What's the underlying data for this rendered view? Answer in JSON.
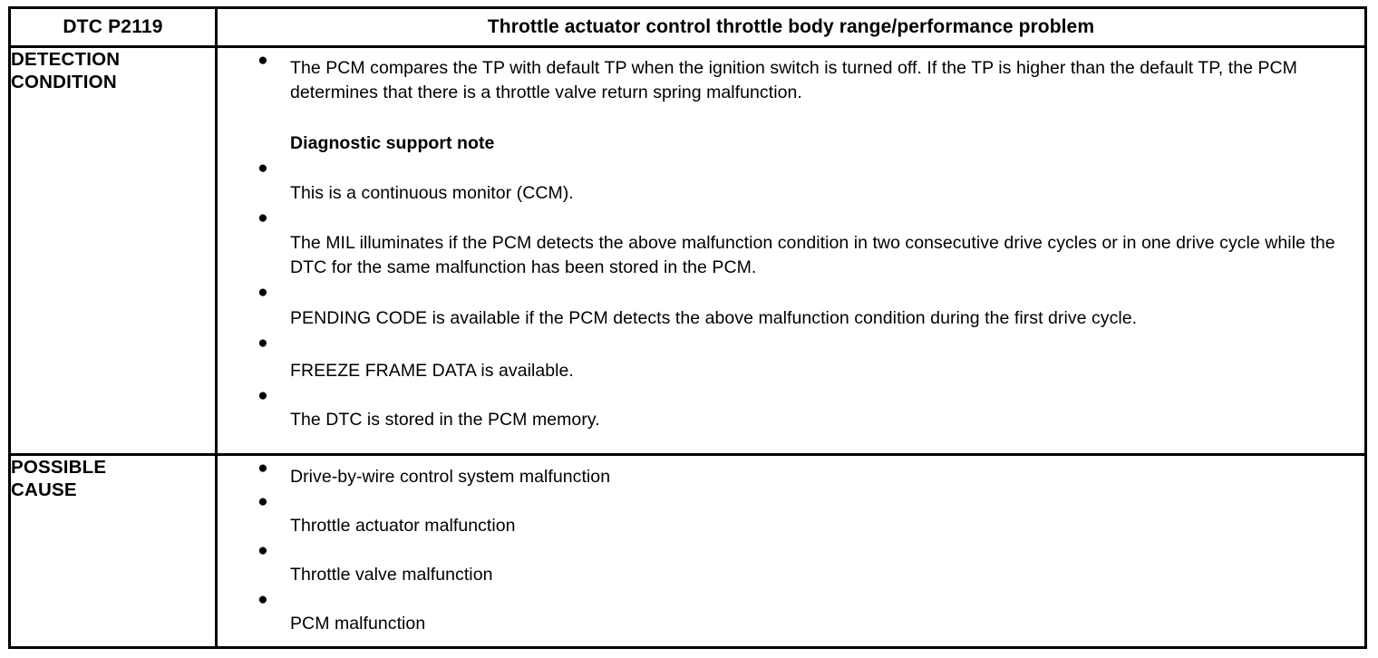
{
  "document": {
    "type": "dtc-diagnostic-table"
  },
  "header": {
    "code": "DTC P2119",
    "title": "Throttle actuator control throttle body range/performance problem"
  },
  "bullet_glyph": "●",
  "rows": [
    {
      "label_lines": [
        "DETECTION",
        "CONDITION"
      ],
      "label_name": "detection-condition",
      "items": [
        {
          "style": "bullet",
          "text": "The PCM compares the TP with default TP when the ignition switch is turned off. If the TP is higher than the default TP, the PCM determines that there is a throttle valve return spring malfunction."
        },
        {
          "style": "note",
          "text": "Diagnostic support note"
        },
        {
          "style": "bullet",
          "text": "This is a continuous monitor (CCM)."
        },
        {
          "style": "bullet",
          "text": "The MIL illuminates if the PCM detects the above malfunction condition in two consecutive drive cycles or in one drive cycle while the DTC for the same malfunction has been stored in the PCM."
        },
        {
          "style": "bullet",
          "text": "PENDING CODE is available if the PCM detects the above malfunction condition during the first drive cycle."
        },
        {
          "style": "bullet",
          "text": "FREEZE FRAME DATA is available."
        },
        {
          "style": "bullet",
          "text": "The DTC is stored in the PCM memory."
        }
      ]
    },
    {
      "label_lines": [
        "POSSIBLE",
        "CAUSE"
      ],
      "label_name": "possible-cause",
      "items": [
        {
          "style": "bullet",
          "text": "Drive-by-wire control system malfunction"
        },
        {
          "style": "bullet",
          "text": "Throttle actuator malfunction"
        },
        {
          "style": "bullet",
          "text": "Throttle valve malfunction"
        },
        {
          "style": "bullet",
          "text": "PCM malfunction"
        }
      ]
    }
  ],
  "colors": {
    "border": "#000000",
    "text": "#000000",
    "background": "#ffffff"
  }
}
